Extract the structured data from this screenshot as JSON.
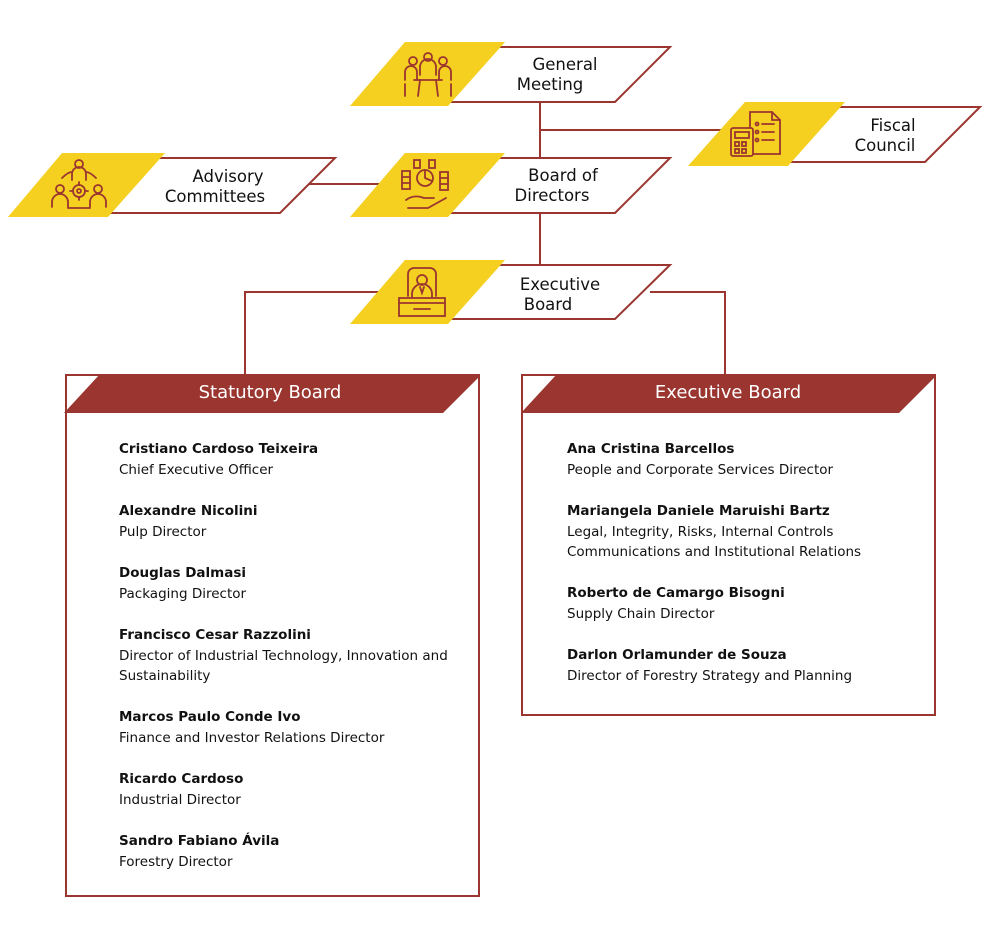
{
  "nodes": {
    "general_meeting": {
      "line1": "General",
      "line2": "Meeting",
      "icon": "meeting-icon"
    },
    "fiscal_council": {
      "line1": "Fiscal",
      "line2": "Council",
      "icon": "calculator-document-icon"
    },
    "advisory_committees": {
      "line1": "Advisory",
      "line2": "Committees",
      "icon": "team-gear-icon"
    },
    "board_of_directors": {
      "line1": "Board of",
      "line2": "Directors",
      "icon": "finance-hand-icon"
    },
    "executive_board": {
      "line1": "Executive",
      "line2": "Board",
      "icon": "executive-desk-icon"
    }
  },
  "statutory_board": {
    "title": "Statutory Board",
    "members": [
      {
        "name": "Cristiano Cardoso Teixeira",
        "role": "Chief Executive Officer"
      },
      {
        "name": "Alexandre Nicolini",
        "role": "Pulp Director"
      },
      {
        "name": "Douglas Dalmasi",
        "role": "Packaging Director"
      },
      {
        "name": "Francisco Cesar Razzolini",
        "role": "Director of Industrial Technology, Innovation and",
        "role2": "Sustainability"
      },
      {
        "name": "Marcos Paulo Conde Ivo",
        "role": "Finance and Investor Relations Director"
      },
      {
        "name": "Ricardo Cardoso",
        "role": "Industrial Director"
      },
      {
        "name": "Sandro Fabiano Ávila",
        "role": "Forestry Director"
      }
    ]
  },
  "executive_board_panel": {
    "title": "Executive Board",
    "members": [
      {
        "name": "Ana Cristina Barcellos",
        "role": "People and Corporate Services Director"
      },
      {
        "name": "Mariangela Daniele Maruishi Bartz",
        "role": "Legal, Integrity, Risks, Internal Controls",
        "role2": "Communications and Institutional Relations"
      },
      {
        "name": "Roberto de Camargo Bisogni",
        "role": "Supply Chain Director"
      },
      {
        "name": "Darlon Orlamunder de Souza",
        "role": "Director of Forestry Strategy and Planning"
      }
    ]
  },
  "colors": {
    "accent": "#9a3530",
    "yellow": "#f5d020",
    "icon": "#9a3530"
  }
}
